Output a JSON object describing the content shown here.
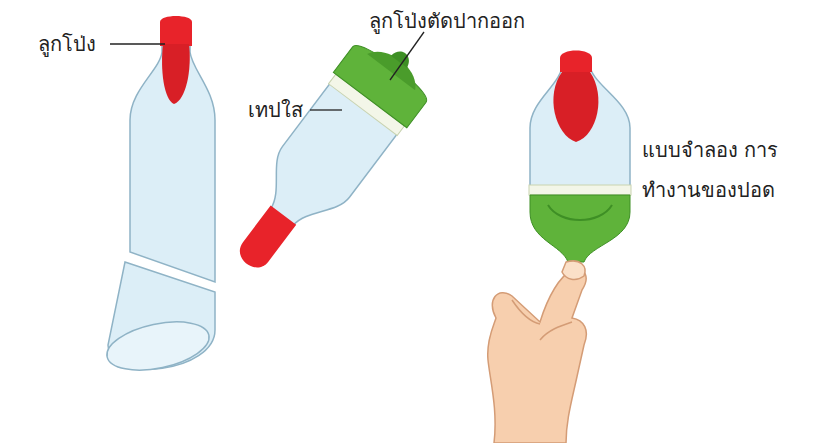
{
  "diagram": {
    "labels": [
      "ลูกโป่ง",
      "ลูกโป่งตัดปากออก",
      "เทปใส",
      "แบบจำลอง การทำงานของปอด"
    ]
  }
}
